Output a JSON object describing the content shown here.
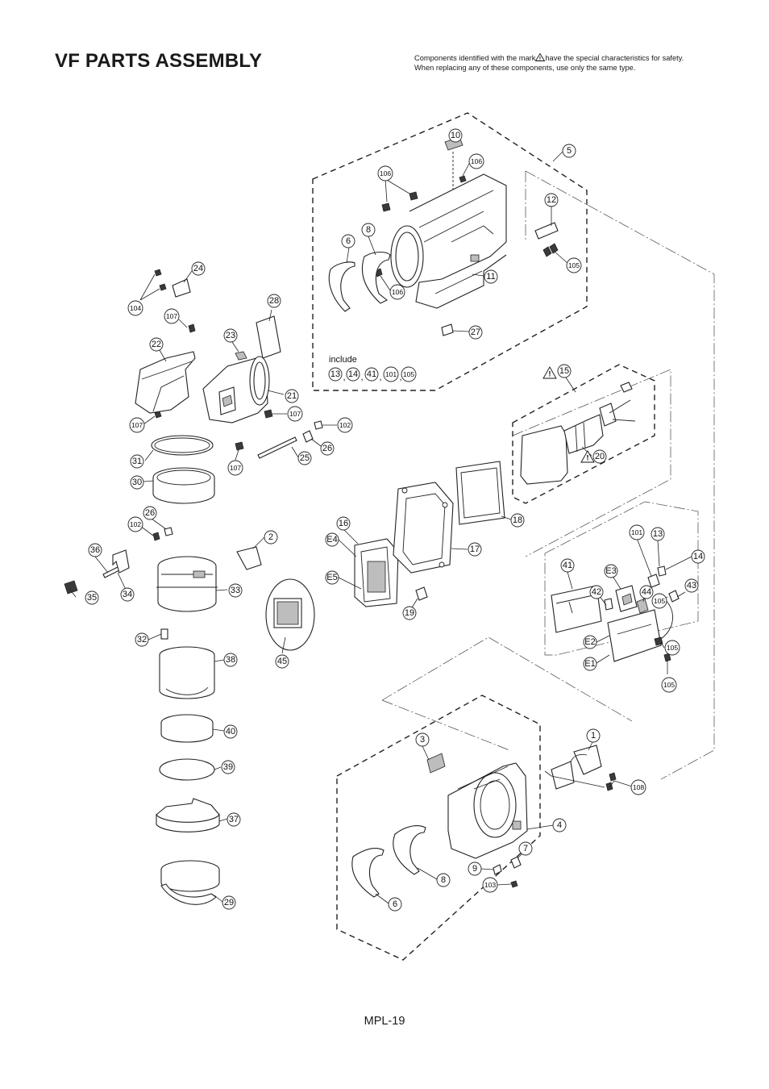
{
  "page": {
    "title": "VF PARTS ASSEMBLY",
    "note_line1_a": "Components identified with the mark",
    "note_line1_b": "have the special characteristics for safety.",
    "note_line2": "When replacing any of these components, use only the same type.",
    "page_number": "MPL-19"
  },
  "diagram": {
    "include_label": "include",
    "include_parts": [
      "13",
      "14",
      "41",
      "101",
      "105"
    ],
    "include_separator": ",",
    "safety_mark": "warning-triangle-icon",
    "callouts": [
      {
        "id": "cl-10",
        "text": "10"
      },
      {
        "id": "cl-5",
        "text": "5"
      },
      {
        "id": "cl-106a",
        "text": "106"
      },
      {
        "id": "cl-106b",
        "text": "106"
      },
      {
        "id": "cl-106c",
        "text": "106"
      },
      {
        "id": "cl-12",
        "text": "12"
      },
      {
        "id": "cl-105a",
        "text": "105"
      },
      {
        "id": "cl-6a",
        "text": "6"
      },
      {
        "id": "cl-8a",
        "text": "8"
      },
      {
        "id": "cl-11",
        "text": "11"
      },
      {
        "id": "cl-27",
        "text": "27"
      },
      {
        "id": "cl-24",
        "text": "24"
      },
      {
        "id": "cl-104",
        "text": "104"
      },
      {
        "id": "cl-107a",
        "text": "107"
      },
      {
        "id": "cl-28",
        "text": "28"
      },
      {
        "id": "cl-23",
        "text": "23"
      },
      {
        "id": "cl-22",
        "text": "22"
      },
      {
        "id": "cl-21",
        "text": "21"
      },
      {
        "id": "cl-107b",
        "text": "107"
      },
      {
        "id": "cl-107c",
        "text": "107"
      },
      {
        "id": "cl-102a",
        "text": "102"
      },
      {
        "id": "cl-26a",
        "text": "26"
      },
      {
        "id": "cl-31",
        "text": "31"
      },
      {
        "id": "cl-107d",
        "text": "107"
      },
      {
        "id": "cl-25",
        "text": "25"
      },
      {
        "id": "cl-30",
        "text": "30"
      },
      {
        "id": "cl-15",
        "text": "15"
      },
      {
        "id": "cl-20",
        "text": "20"
      },
      {
        "id": "cl-18",
        "text": "18"
      },
      {
        "id": "cl-26b",
        "text": "26"
      },
      {
        "id": "cl-102b",
        "text": "102"
      },
      {
        "id": "cl-2",
        "text": "2"
      },
      {
        "id": "cl-16",
        "text": "16"
      },
      {
        "id": "cl-E4",
        "text": "E4"
      },
      {
        "id": "cl-17",
        "text": "17"
      },
      {
        "id": "cl-36",
        "text": "36"
      },
      {
        "id": "cl-101",
        "text": "101"
      },
      {
        "id": "cl-13",
        "text": "13"
      },
      {
        "id": "cl-14",
        "text": "14"
      },
      {
        "id": "cl-41",
        "text": "41"
      },
      {
        "id": "cl-E3",
        "text": "E3"
      },
      {
        "id": "cl-43",
        "text": "43"
      },
      {
        "id": "cl-E5",
        "text": "E5"
      },
      {
        "id": "cl-35",
        "text": "35"
      },
      {
        "id": "cl-34",
        "text": "34"
      },
      {
        "id": "cl-33",
        "text": "33"
      },
      {
        "id": "cl-42",
        "text": "42"
      },
      {
        "id": "cl-44",
        "text": "44"
      },
      {
        "id": "cl-105b",
        "text": "105"
      },
      {
        "id": "cl-19",
        "text": "19"
      },
      {
        "id": "cl-32",
        "text": "32"
      },
      {
        "id": "cl-E2",
        "text": "E2"
      },
      {
        "id": "cl-105c",
        "text": "105"
      },
      {
        "id": "cl-38",
        "text": "38"
      },
      {
        "id": "cl-45",
        "text": "45"
      },
      {
        "id": "cl-E1",
        "text": "E1"
      },
      {
        "id": "cl-105d",
        "text": "105"
      },
      {
        "id": "cl-40",
        "text": "40"
      },
      {
        "id": "cl-1",
        "text": "1"
      },
      {
        "id": "cl-3",
        "text": "3"
      },
      {
        "id": "cl-39",
        "text": "39"
      },
      {
        "id": "cl-108",
        "text": "108"
      },
      {
        "id": "cl-37",
        "text": "37"
      },
      {
        "id": "cl-4",
        "text": "4"
      },
      {
        "id": "cl-7",
        "text": "7"
      },
      {
        "id": "cl-9",
        "text": "9"
      },
      {
        "id": "cl-8b",
        "text": "8"
      },
      {
        "id": "cl-103",
        "text": "103"
      },
      {
        "id": "cl-6b",
        "text": "6"
      },
      {
        "id": "cl-29",
        "text": "29"
      }
    ]
  }
}
